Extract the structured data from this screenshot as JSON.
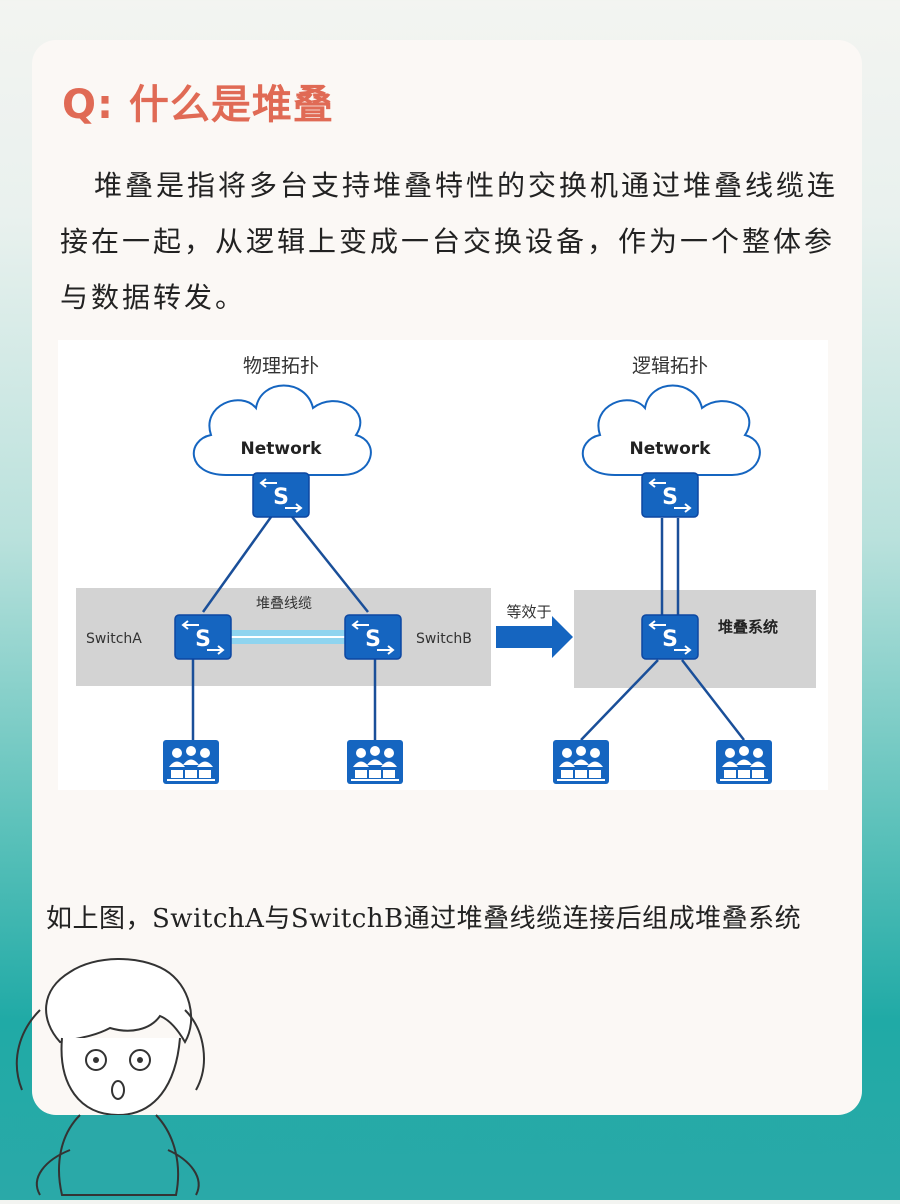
{
  "title": "Q: 什么是堆叠",
  "intro": "堆叠是指将多台支持堆叠特性的交换机通过堆叠线缆连接在一起，从逻辑上变成一台交换设备，作为一个整体参与数据转发。",
  "diagram": {
    "physical": {
      "heading": "物理拓扑",
      "cloud_label": "Network",
      "stack_cable_label": "堆叠线缆",
      "switch_a_label": "SwitchA",
      "switch_b_label": "SwitchB"
    },
    "equivalent_label": "等效于",
    "logical": {
      "heading": "逻辑拓扑",
      "cloud_label": "Network",
      "stack_system_label": "堆叠系统"
    },
    "switch_glyph": "S"
  },
  "caption": "如上图，SwitchA与SwitchB通过堆叠线缆连接后组成堆叠系统",
  "colors": {
    "accent": "#e06a55",
    "device_blue": "#1565c0",
    "link_blue": "#1a4f99",
    "stack_band": "#d3d3d3",
    "stack_cable": "#8fd4ef"
  }
}
